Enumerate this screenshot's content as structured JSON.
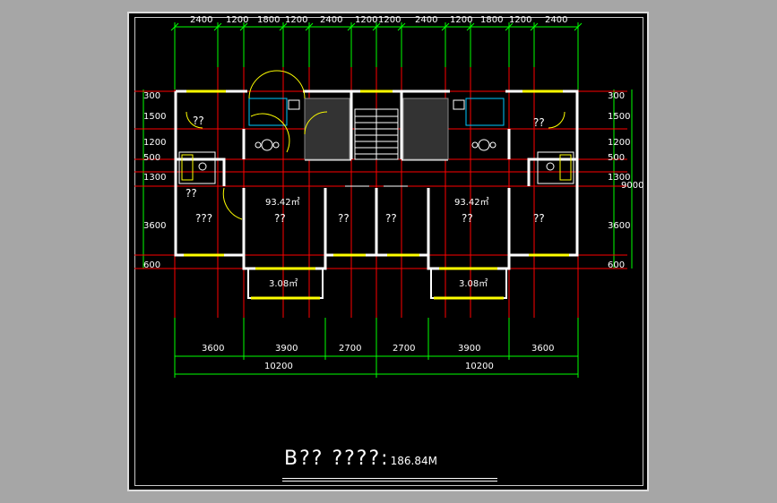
{
  "dims": {
    "top": [
      "2400",
      "1200",
      "1800",
      "1200",
      "2400",
      "1200",
      "1200",
      "2400",
      "1200",
      "1800",
      "1200",
      "2400"
    ],
    "left": [
      "300",
      "1500",
      "1200",
      "500",
      "1300",
      "3600",
      "600"
    ],
    "right": [
      "300",
      "1500",
      "1200",
      "500",
      "1300",
      "3600",
      "600"
    ],
    "right_total": "9000",
    "bottom": [
      "3600",
      "3900",
      "2700",
      "2700",
      "3900",
      "3600"
    ],
    "bottom_total": [
      "10200",
      "10200"
    ]
  },
  "rooms": {
    "nw": "??",
    "ne": "??",
    "w_lower": "???",
    "e_lower": "??",
    "living_w": "??",
    "living_e": "??",
    "mid_w": "??",
    "mid_e": "??",
    "area_w": "93.42㎡",
    "area_e": "93.42㎡",
    "balcony_w": "3.08㎡",
    "balcony_e": "3.08㎡",
    "small_w": "??"
  },
  "title": {
    "main": "B??  ????:",
    "area": "186.84M"
  },
  "colors": {
    "background": "#000000",
    "axis": "#ff0000",
    "dimension": "#00ff00",
    "wall": "#ffffff",
    "window": "#ffff00",
    "fixture": "#00c8ff"
  }
}
